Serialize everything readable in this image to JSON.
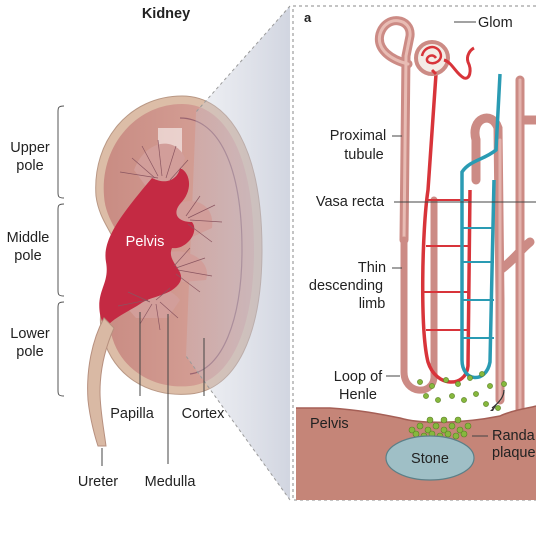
{
  "kidney_panel": {
    "title": "Kidney",
    "poles": {
      "upper_line1": "Upper",
      "upper_line2": "pole",
      "middle_line1": "Middle",
      "middle_line2": "pole",
      "lower_line1": "Lower",
      "lower_line2": "pole"
    },
    "pelvis": "Pelvis",
    "papilla": "Papilla",
    "cortex": "Cortex",
    "ureter": "Ureter",
    "medulla": "Medulla"
  },
  "detail_panel": {
    "letter": "a",
    "glomerulus": "Glom",
    "proximal_line1": "Proximal",
    "proximal_line2": "tubule",
    "vasa_recta": "Vasa recta",
    "thin_line1": "Thin",
    "thin_line2": "descending",
    "thin_line3": "limb",
    "loop_line1": "Loop of",
    "loop_line2": "Henle",
    "pelvis": "Pelvis",
    "stone": "Stone",
    "randall_line1": "Randa",
    "randall_line2": "plaque"
  },
  "colors": {
    "kidney_outer": "#d9b9a4",
    "kidney_inner": "#b56a6b",
    "pelvis": "#c42a43",
    "artery": "#d8343a",
    "vein": "#2a9bb3",
    "tubule": "#cc8b85",
    "stone": "#9fbfc6",
    "plaque": "#86b83d"
  }
}
